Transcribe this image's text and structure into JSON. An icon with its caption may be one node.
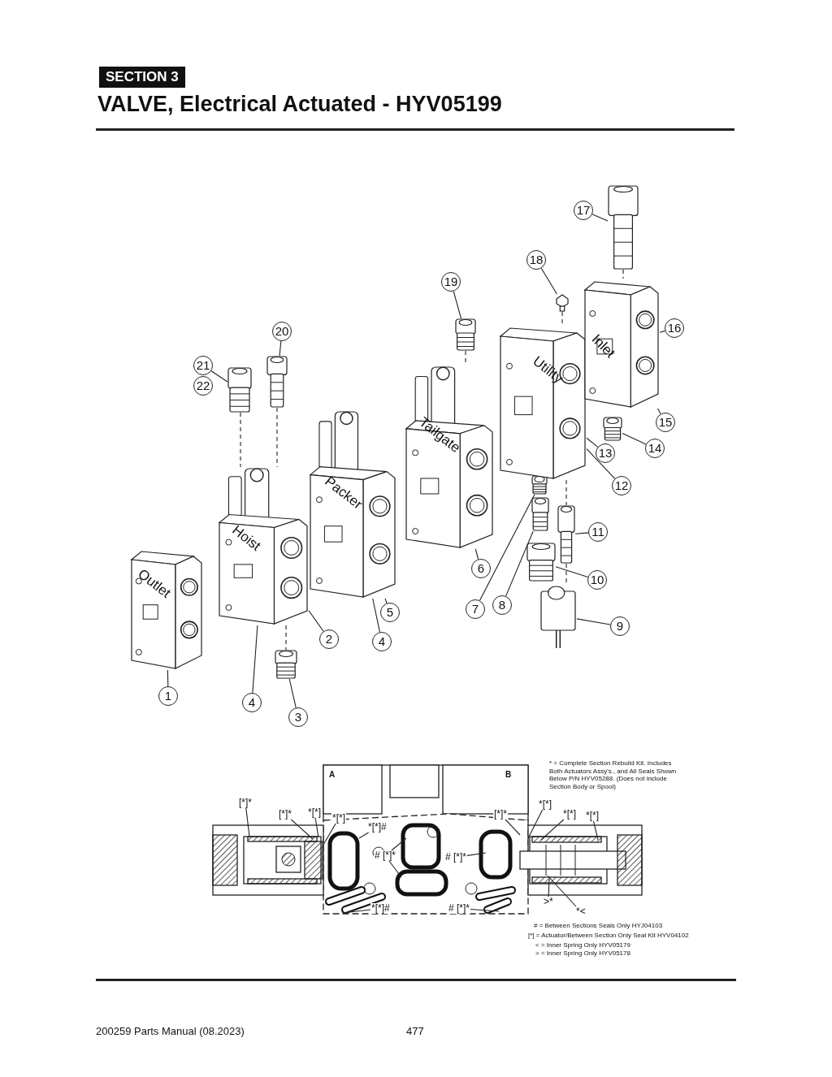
{
  "diagram": {
    "title": "VALVE, Electrical Actuated - HYV05199",
    "nodes": [
      {
        "text": [
          "1"
        ]
      },
      {
        "text": [
          "Outlet"
        ]
      },
      {
        "text": [
          "2"
        ]
      },
      {
        "text": [
          "Hoist"
        ]
      },
      {
        "text": [
          "3"
        ]
      },
      {
        "text": [],
        "shape": "picture"
      },
      {
        "text": [
          "4"
        ]
      },
      {
        "text": [
          "4"
        ]
      },
      {
        "text": [
          "Packer"
        ]
      },
      {
        "text": [
          "5"
        ]
      },
      {
        "text": [
          "6"
        ]
      },
      {
        "text": [
          "Tailgate"
        ]
      },
      {
        "text": [
          "7"
        ]
      },
      {
        "text": [],
        "shape": "picture"
      },
      {
        "text": [
          "8"
        ]
      },
      {
        "text": [],
        "shape": "picture"
      },
      {
        "text": [
          "9"
        ]
      },
      {
        "text": [],
        "shape": "picture"
      },
      {
        "text": [
          "10"
        ]
      },
      {
        "text": [],
        "shape": "picture"
      },
      {
        "text": [
          "11"
        ]
      },
      {
        "text": [],
        "shape": "picture"
      },
      {
        "text": [
          "12"
        ]
      },
      {
        "text": [
          "13"
        ]
      },
      {
        "text": [
          "Utility"
        ]
      },
      {
        "text": [
          "14"
        ]
      },
      {
        "text": [],
        "shape": "picture"
      },
      {
        "text": [
          "15"
        ]
      },
      {
        "text": [
          "16"
        ]
      },
      {
        "text": [
          "Inlet"
        ]
      },
      {
        "text": [
          "17"
        ]
      },
      {
        "text": [],
        "shape": "picture"
      },
      {
        "text": [
          "18"
        ]
      },
      {
        "text": [],
        "shape": "picture"
      },
      {
        "text": [
          "19"
        ]
      },
      {
        "text": [],
        "shape": "picture"
      },
      {
        "text": [
          "20"
        ]
      },
      {
        "text": [],
        "shape": "picture"
      },
      {
        "text": [
          "21"
        ]
      },
      {
        "text": [],
        "shape": "picture"
      },
      {
        "text": [],
        "shape": "picture"
      },
      {
        "text": [
          "[*]*"
        ],
        "in": 40
      },
      {
        "text": [
          "[*]*"
        ],
        "in": 40
      },
      {
        "text": [
          "*[*]"
        ],
        "in": 40
      },
      {
        "text": [
          "*[*]"
        ],
        "in": 40
      },
      {
        "text": [
          "*[*]#"
        ],
        "in": 40
      },
      {
        "text": [
          "# [*]*"
        ],
        "in": 40
      },
      {
        "text": [
          "# [*]*"
        ],
        "in": 40
      },
      {
        "text": [
          "*[*]#"
        ],
        "in": 40
      },
      {
        "text": [
          "# [*]*"
        ],
        "in": 40
      },
      {
        "text": [
          "[*]*"
        ],
        "in": 40
      },
      {
        "text": [
          "*[*]"
        ],
        "in": 40
      },
      {
        "text": [
          "*[*]"
        ],
        "in": 40
      },
      {
        "text": [
          "*[*]"
        ],
        "in": 40
      },
      {
        "text": [
          ">*"
        ],
        "in": 40
      },
      {
        "text": [
          "*<"
        ],
        "in": 40
      },
      {
        "text": [
          "22"
        ]
      }
    ],
    "edges": [
      {
        "from": 0,
        "to": 1,
        "arrow": "none"
      },
      {
        "from": 2,
        "to": 3,
        "arrow": "none"
      },
      {
        "from": 4,
        "to": 5,
        "arrow": "none"
      },
      {
        "from": 6,
        "to": 3,
        "arrow": "none"
      },
      {
        "from": 7,
        "to": 8,
        "arrow": "none"
      },
      {
        "from": 9,
        "to": 8,
        "arrow": "none"
      },
      {
        "from": 10,
        "to": 11,
        "arrow": "none"
      },
      {
        "from": 12,
        "to": 13,
        "arrow": "none"
      },
      {
        "from": 14,
        "to": 15,
        "arrow": "none"
      },
      {
        "from": 16,
        "to": 17,
        "arrow": "none"
      },
      {
        "from": 18,
        "to": 19,
        "arrow": "none"
      },
      {
        "from": 20,
        "to": 21,
        "arrow": "none"
      },
      {
        "from": 22,
        "to": 24,
        "arrow": "none"
      },
      {
        "from": 23,
        "to": 24,
        "arrow": "none"
      },
      {
        "from": 25,
        "to": 26,
        "arrow": "none"
      },
      {
        "from": 27,
        "to": 29,
        "arrow": "none"
      },
      {
        "from": 28,
        "to": 29,
        "arrow": "none"
      },
      {
        "from": 30,
        "to": 31,
        "arrow": "none"
      },
      {
        "from": 32,
        "to": 33,
        "arrow": "none"
      },
      {
        "from": 34,
        "to": 35,
        "arrow": "none"
      },
      {
        "from": 36,
        "to": 37,
        "arrow": "none"
      },
      {
        "from": 38,
        "to": 39,
        "arrow": "none"
      },
      {
        "from": 39,
        "to": 3,
        "arrow": "none",
        "style": "dashed"
      },
      {
        "from": 37,
        "to": 3,
        "arrow": "none",
        "style": "dashed"
      },
      {
        "from": 3,
        "to": 5,
        "arrow": "none",
        "style": "dashed"
      },
      {
        "from": 35,
        "to": 11,
        "arrow": "none",
        "style": "dashed"
      },
      {
        "from": 33,
        "to": 24,
        "arrow": "none",
        "style": "dashed"
      },
      {
        "from": 31,
        "to": 29,
        "arrow": "none",
        "style": "dashed"
      },
      {
        "from": 24,
        "to": 21,
        "arrow": "none",
        "style": "dashed"
      },
      {
        "from": 21,
        "to": 17,
        "arrow": "none",
        "style": "dashed"
      },
      {
        "from": 41,
        "to": 40,
        "arrow": "none"
      },
      {
        "from": 42,
        "to": 40,
        "arrow": "none"
      },
      {
        "from": 43,
        "to": 40,
        "arrow": "none"
      },
      {
        "from": 44,
        "to": 40,
        "arrow": "none"
      },
      {
        "from": 45,
        "to": 40,
        "arrow": "none"
      },
      {
        "from": 46,
        "to": 40,
        "arrow": "none"
      },
      {
        "from": 46,
        "to": 40,
        "arrow": "none"
      },
      {
        "from": 47,
        "to": 40,
        "arrow": "none"
      },
      {
        "from": 48,
        "to": 40,
        "arrow": "none"
      },
      {
        "from": 49,
        "to": 40,
        "arrow": "none"
      },
      {
        "from": 50,
        "to": 40,
        "arrow": "none"
      },
      {
        "from": 51,
        "to": 40,
        "arrow": "none"
      },
      {
        "from": 52,
        "to": 40,
        "arrow": "none"
      },
      {
        "from": 53,
        "to": 40,
        "arrow": "none"
      },
      {
        "from": 54,
        "to": 40,
        "arrow": "none"
      },
      {
        "from": 55,
        "to": 40,
        "arrow": "none"
      }
    ],
    "labels": [
      "SECTION 3",
      "A",
      "B",
      "* = Complete Section Rebuild Kit. Includes Both Actuators Assy's., and All Seals Shown Below P/N HYV05288. (Does not include Section Body or Spool)",
      "# = Between Sections Seals Only HYJ04103",
      "[*] = Actuator/Between Section Only Seal Kit HYV04102",
      "< = Inner Spring Only HYV05179",
      "> = Inner Spring Only HYV05178",
      "200259 Parts Manual (08.2023)",
      "477"
    ]
  }
}
